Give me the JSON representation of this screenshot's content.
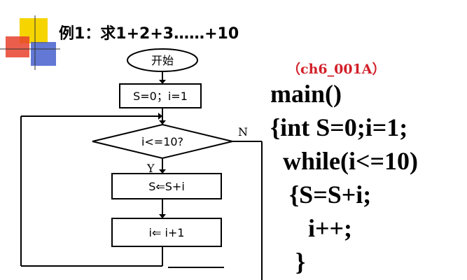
{
  "title": "例1：求1+2+3……+10",
  "flowchart": {
    "start": "开始",
    "init": "S=0；i=1",
    "condition": "i<=10?",
    "yes_label": "Y",
    "no_label": "N",
    "body1": "S⇐S+i",
    "body2": "i⇐ i+1"
  },
  "code": {
    "tag": "（ch6_001A）",
    "lines": [
      "main()",
      "{int S=0;i=1;",
      "  while(i<=10)",
      "   {S=S+i;",
      "      i++;",
      "    }"
    ]
  },
  "colors": {
    "deco_yellow": "#f5d400",
    "deco_red": "#e8422d",
    "deco_blue": "#3b56c9",
    "tag_red": "#d2202a"
  }
}
